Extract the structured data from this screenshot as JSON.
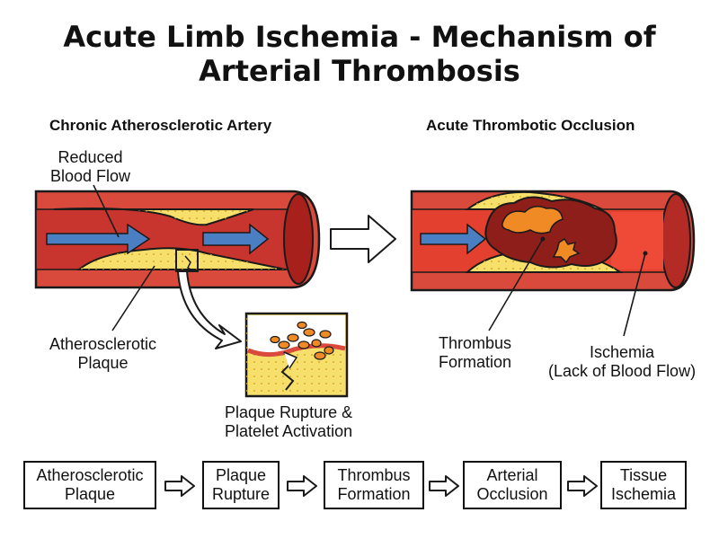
{
  "title": {
    "line1": "Acute Limb Ischemia - Mechanism of",
    "line2": "Arterial Thrombosis"
  },
  "left_panel": {
    "subtitle": "Chronic Atherosclerotic Artery",
    "reduced_flow": [
      "Reduced",
      "Blood Flow"
    ],
    "plaque": [
      "Atherosclerotic",
      "Plaque"
    ],
    "rupture": [
      "Plaque Rupture &",
      "Platelet Activation"
    ]
  },
  "right_panel": {
    "subtitle": "Acute Thrombotic Occlusion",
    "thrombus": [
      "Thrombus",
      "Formation"
    ],
    "ischemia": [
      "Ischemia",
      "(Lack of Blood Flow)"
    ]
  },
  "sequence": [
    [
      "Atherosclerotic",
      "Plaque"
    ],
    [
      "Plaque",
      "Rupture"
    ],
    [
      "Thrombus",
      "Formation"
    ],
    [
      "Arterial",
      "Occlusion"
    ],
    [
      "Tissue",
      "Ischemia"
    ]
  ],
  "colors": {
    "vessel_wall": "#d94a3d",
    "vessel_dark": "#a8201c",
    "lumen": "#c8352f",
    "plaque": "#f6df6a",
    "plaque_dark": "#e3b93a",
    "flow_arrow": "#4b7fc4",
    "thrombus": "#8e1e1a",
    "clot": "#f08a24",
    "outline": "#1a1a1a"
  }
}
